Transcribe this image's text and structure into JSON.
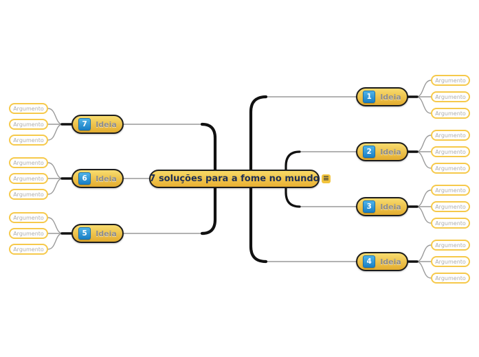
{
  "root": {
    "label": "7 soluções para a fome no mundo"
  },
  "labels": {
    "idea": "Ideia",
    "argument": "Argumento"
  },
  "ideas": [
    {
      "number": "1"
    },
    {
      "number": "2"
    },
    {
      "number": "3"
    },
    {
      "number": "4"
    },
    {
      "number": "7"
    },
    {
      "number": "6"
    },
    {
      "number": "5"
    }
  ],
  "icons": {
    "notes_glyph": "≡"
  },
  "colors": {
    "background": "#FFFFFF",
    "node_fill_top": "#F8DC6F",
    "node_fill_bottom": "#E3AC2E",
    "node_border": "#1C1C1C",
    "root_text": "#1F3054",
    "idea_text": "#8D8D8D",
    "badge_blue_top": "#4FB3E8",
    "badge_blue_bottom": "#1A7FC4",
    "argument_border": "#F6C94A",
    "argument_text": "#ADADAD",
    "connector_gray": "#999999",
    "connector_black": "#111111",
    "notes_icon_bg": "#F2C43D"
  }
}
